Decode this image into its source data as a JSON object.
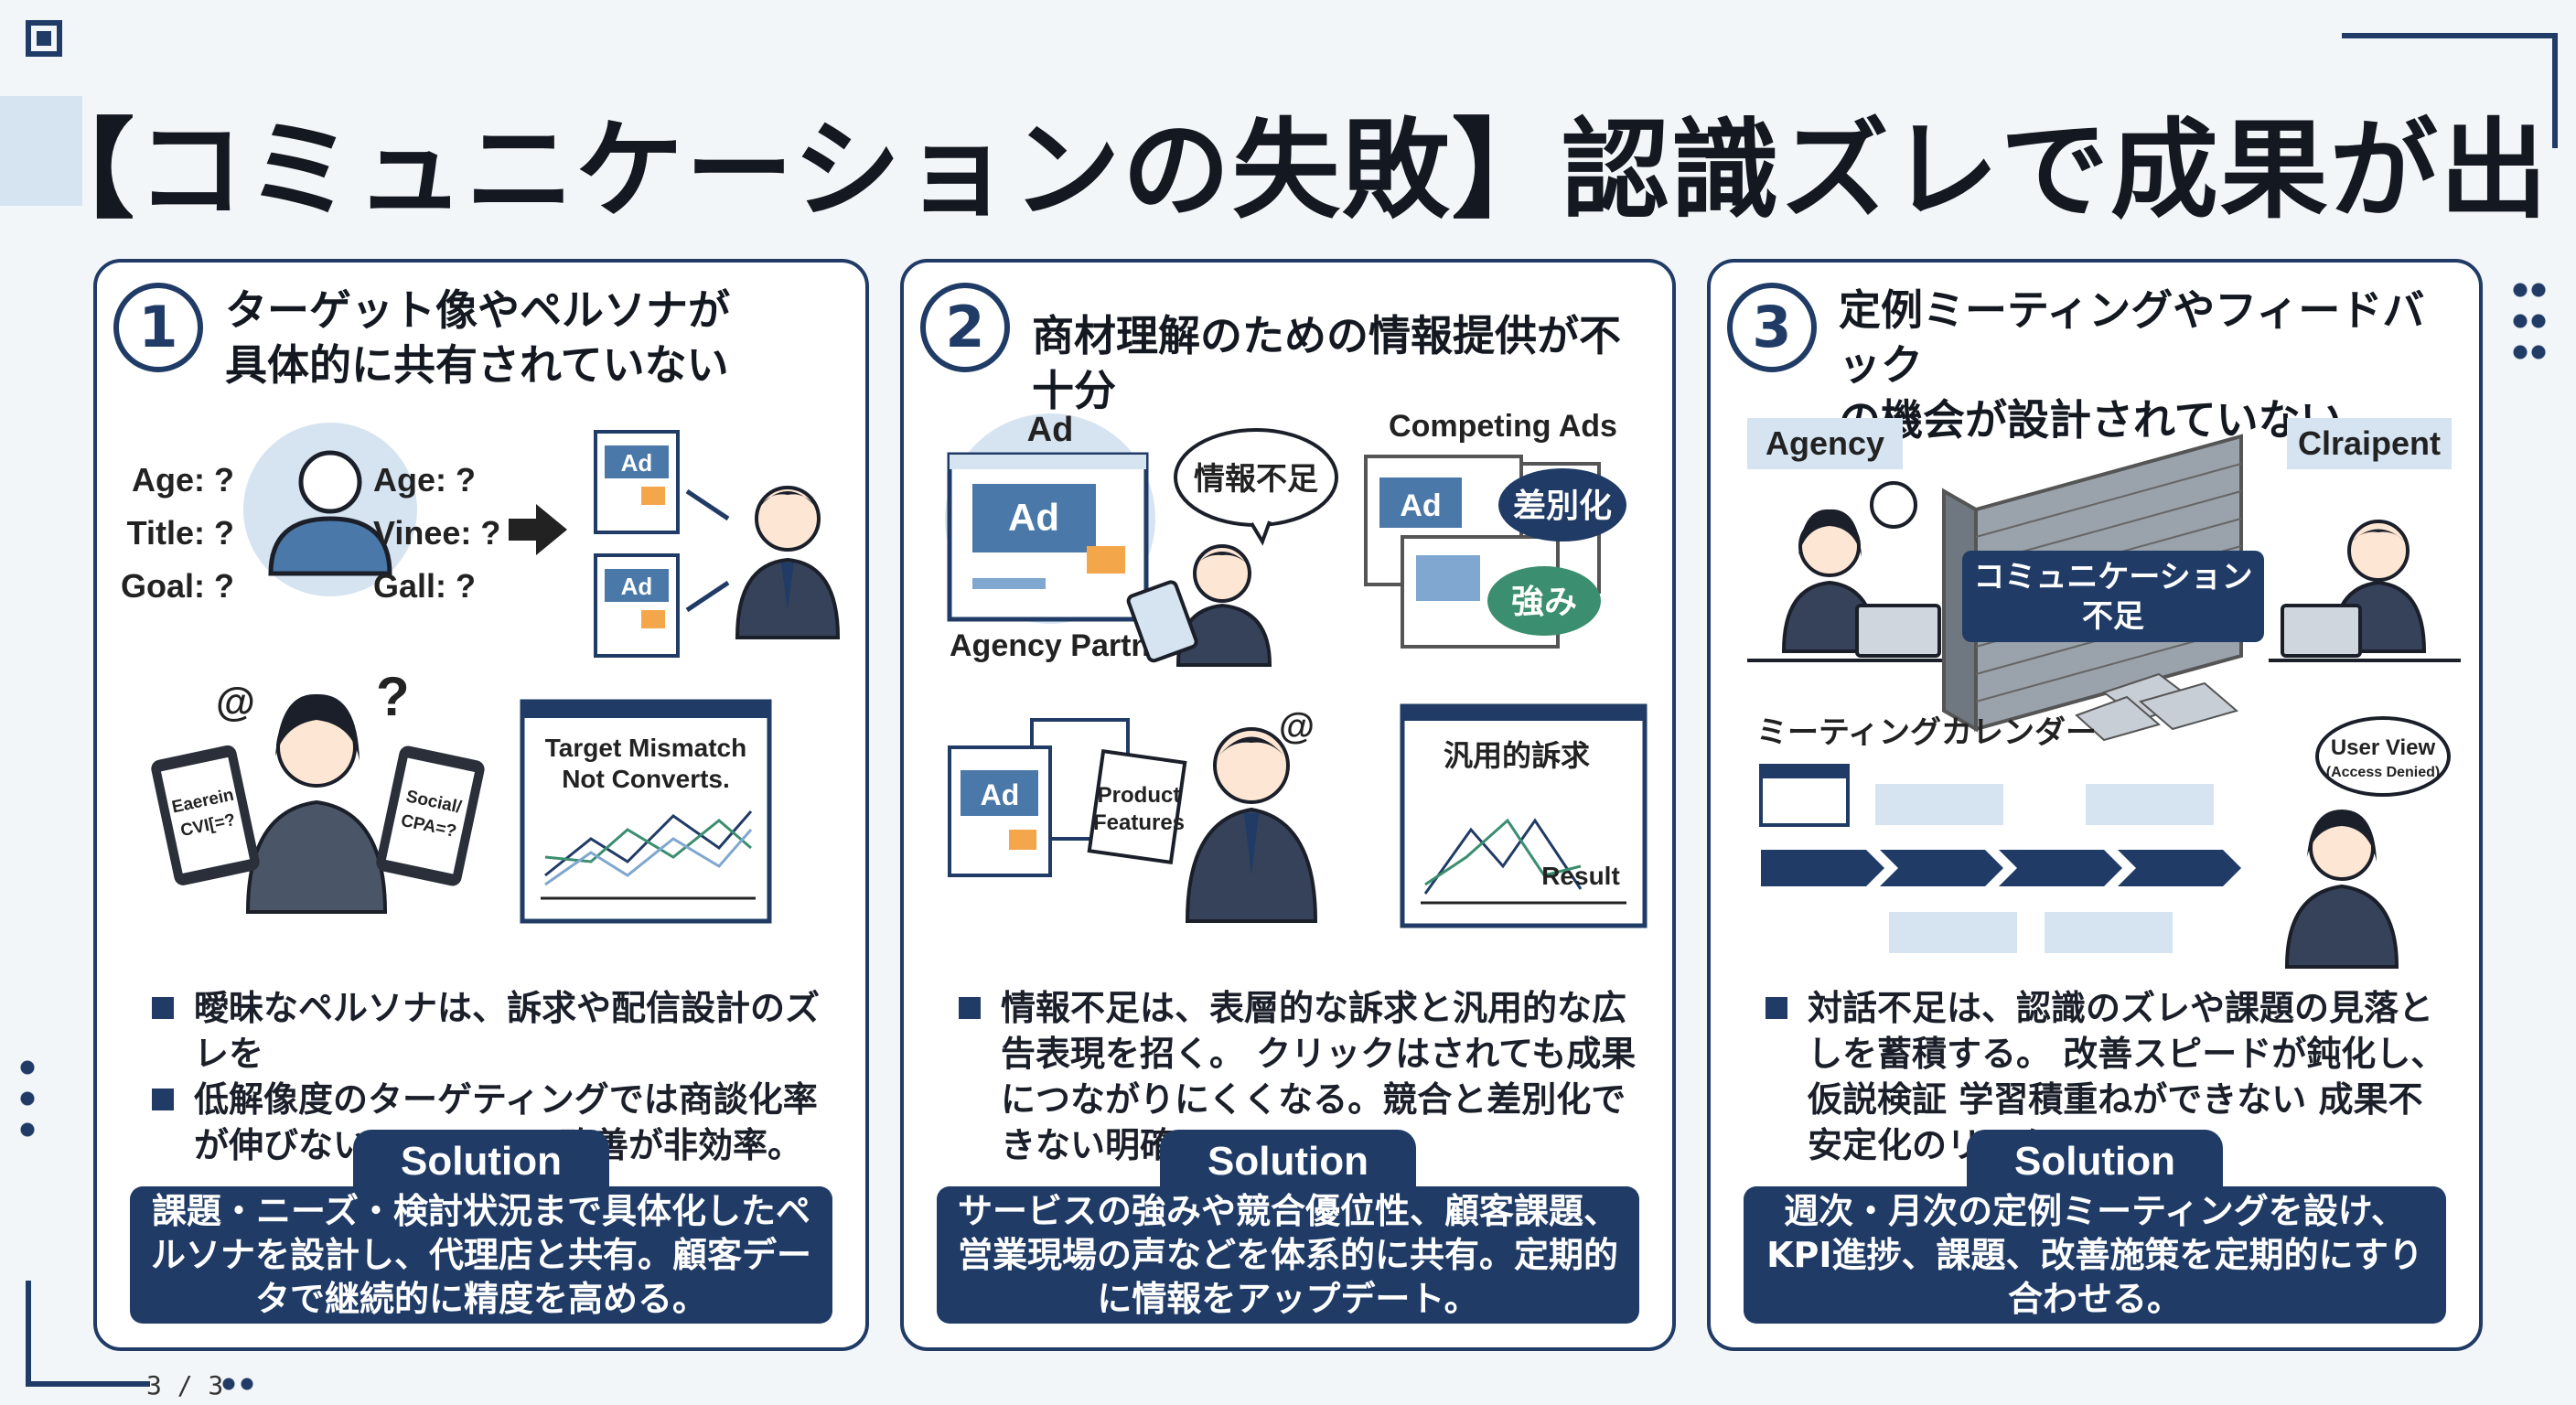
{
  "title": "【コミュニケーションの失敗】認識ズレで成果が出ない",
  "footer": {
    "page": "3 / 3"
  },
  "colors": {
    "navy": "#1f3b66",
    "bg": "#f3f6f9",
    "light_blue": "#d6e4f1",
    "accent_orange": "#f4a64a",
    "green": "#3b8e6f"
  },
  "panels": [
    {
      "number": "1",
      "title_line1": "ターゲット像やペルソナが",
      "title_line2": "具体的に共有されていない",
      "labels": {
        "left": [
          "Age: ?",
          "Title: ?",
          "Goal: ?"
        ],
        "right": [
          "Age: ?",
          "Vinee: ?",
          "Gall: ?"
        ],
        "ad1": "Ad",
        "ad2": "Ad",
        "tablet_left_1": "Eaerein",
        "tablet_left_2": "CVI[=?",
        "tablet_right_1": "Social/",
        "tablet_right_2": "CPA=?",
        "chart_title_1": "Target Mismatch",
        "chart_title_2": "Not Converts."
      },
      "bullets": [
        "曖昧なペルソナは、訴求や配信設計のズレを",
        "低解像度のターゲティングでは商談化率が伸びない。　　　　　改善が非効率。"
      ],
      "solution_label": "Solution",
      "solution_text": "課題・ニーズ・検討状況まで具体化したペルソナを設計し、代理店と共有。顧客データで継続的に精度を高める。"
    },
    {
      "number": "2",
      "title_line1": "商材理解のための情報提供が不十分",
      "labels": {
        "ad": "Ad",
        "ad_screen": "Ad",
        "agency_partner": "Agency Partner",
        "bubble": "情報不足",
        "competing_ads": "Competing Ads",
        "ad_competing": "Ad",
        "differentiation": "差別化",
        "strength": "強み",
        "ad_small": "Ad",
        "product_features_1": "Product",
        "product_features_2": "Features",
        "chart_title": "汎用的訴求",
        "chart_result": "Result"
      },
      "bullets": [
        "情報不足は、表層的な訴求と汎用的な広告表現を招く。 クリックはされても成果につながりにくくなる。競合と差別化できない明確。"
      ],
      "solution_label": "Solution",
      "solution_text": "サービスの強みや競合優位性、顧客課題、営業現場の声などを体系的に共有。定期的に情報をアップデート。"
    },
    {
      "number": "3",
      "title_line1": "定例ミーティングやフィードバック",
      "title_line2": "の機会が設計されていない",
      "labels": {
        "agency": "Agency",
        "client": "Clraipent",
        "wall_1": "コミュニケーション",
        "wall_2": "不足",
        "calendar": "ミーティングカレンダー",
        "user_view_1": "User View",
        "user_view_2": "(Access Denied)"
      },
      "bullets": [
        "対話不足は、認識のズレや課題の見落としを蓄積する。 改善スピードが鈍化し、仮説検証 学習積重ねができない 成果不安定化のリスク"
      ],
      "solution_label": "Solution",
      "solution_text": "週次・月次の定例ミーティングを設け、KPI進捗、課題、改善施策を定期的にすり合わせる。"
    }
  ]
}
